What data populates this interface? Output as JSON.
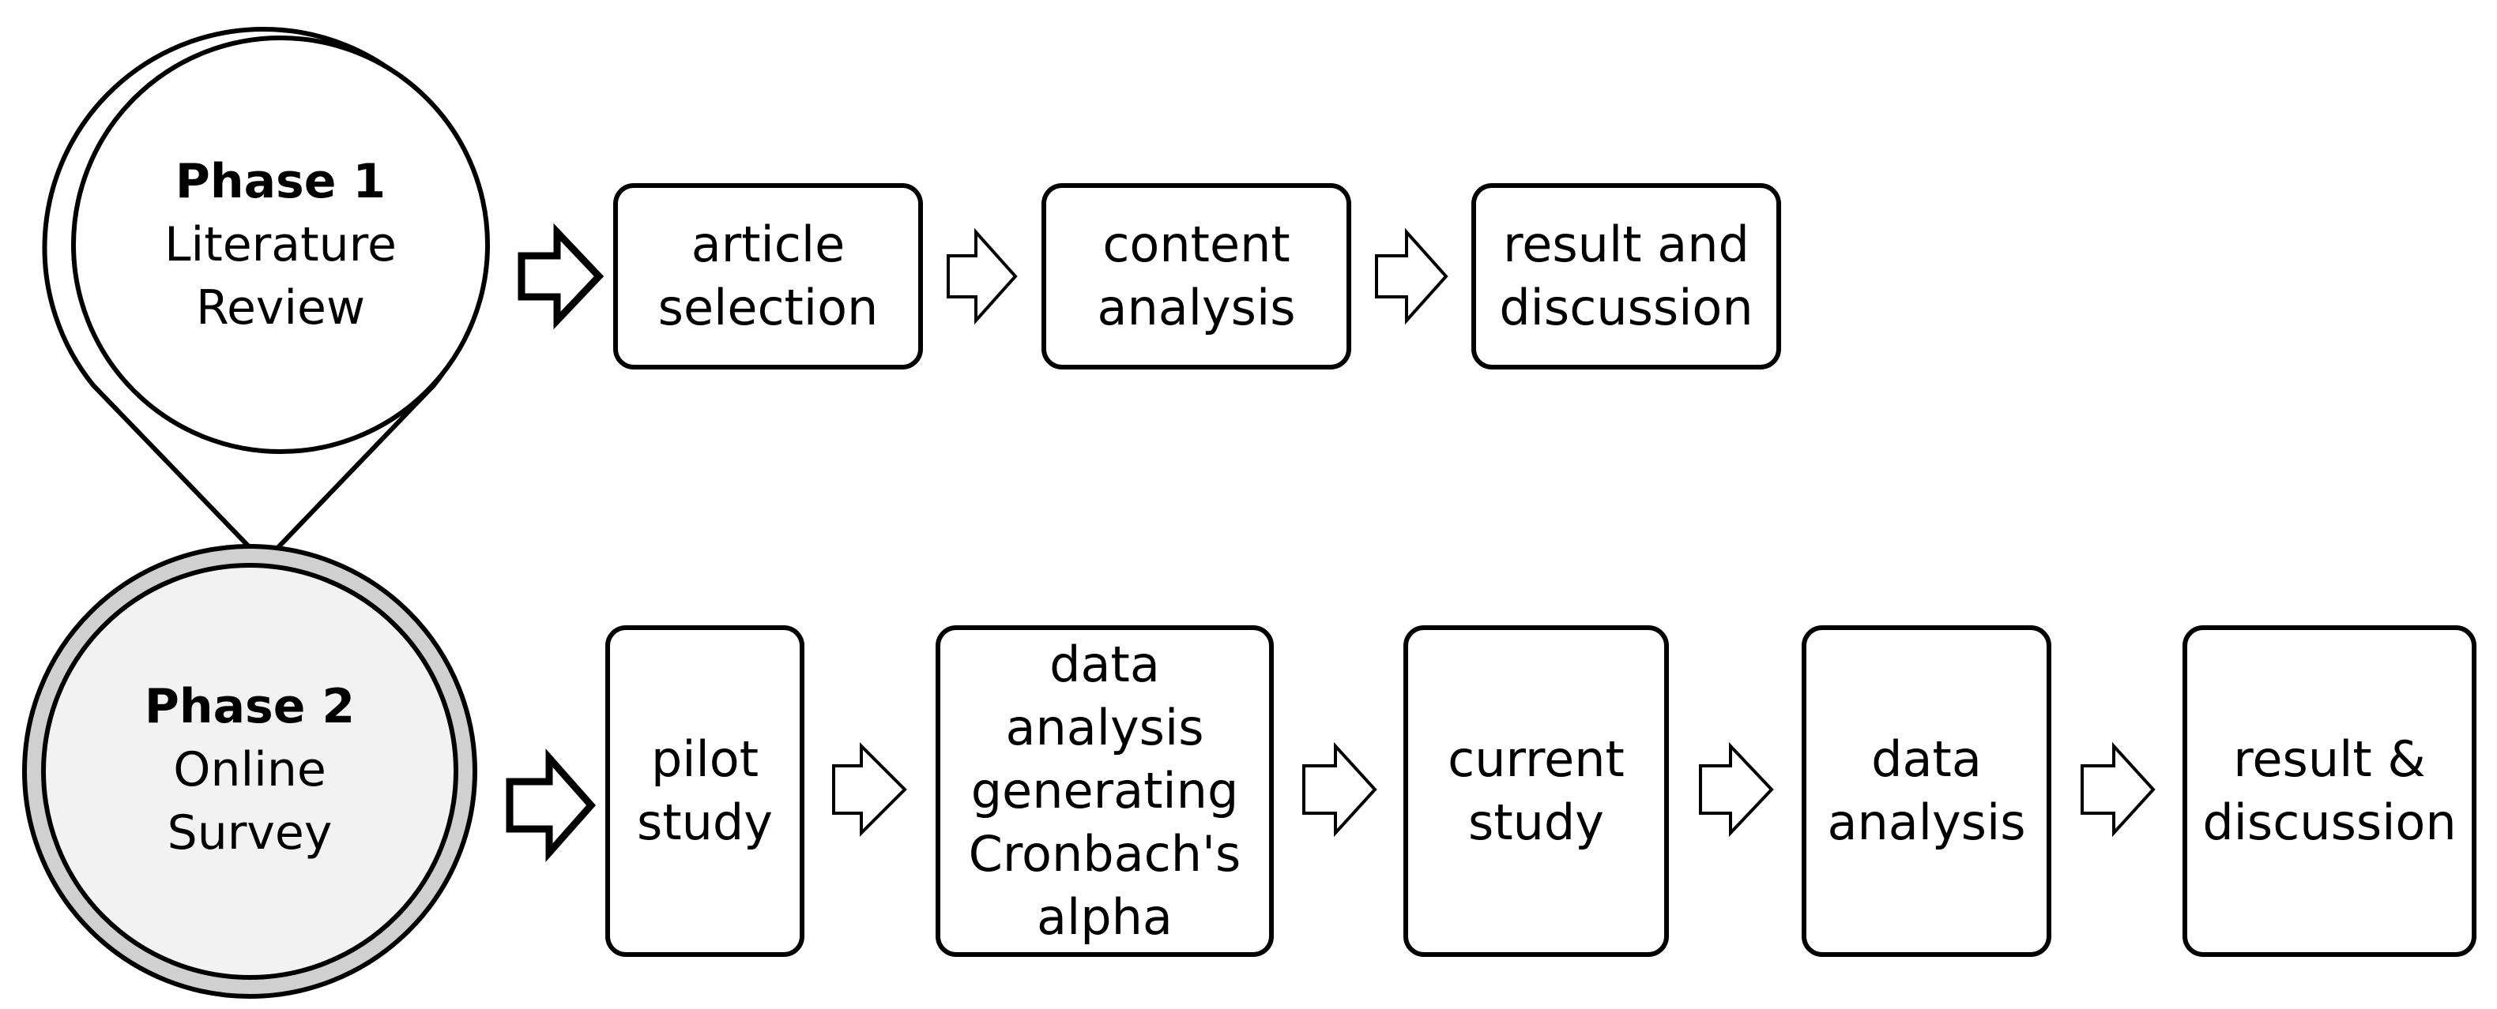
{
  "phase1": {
    "title": "Phase 1",
    "subtitle": "Literature\nReview",
    "steps": [
      "article\nselection",
      "content\nanalysis",
      "result and\ndiscussion"
    ]
  },
  "phase2": {
    "title": "Phase 2",
    "subtitle": "Online\nSurvey",
    "steps": [
      "pilot\nstudy",
      "data\nanalysis\ngenerating\nCronbach's\nalpha",
      "current\nstudy",
      "data\nanalysis",
      "result &\ndiscussion"
    ]
  },
  "colors": {
    "stroke": "#000000",
    "phase2_ring": "#d0d0d0",
    "phase2_fill": "#f2f2f2",
    "background": "#ffffff"
  }
}
